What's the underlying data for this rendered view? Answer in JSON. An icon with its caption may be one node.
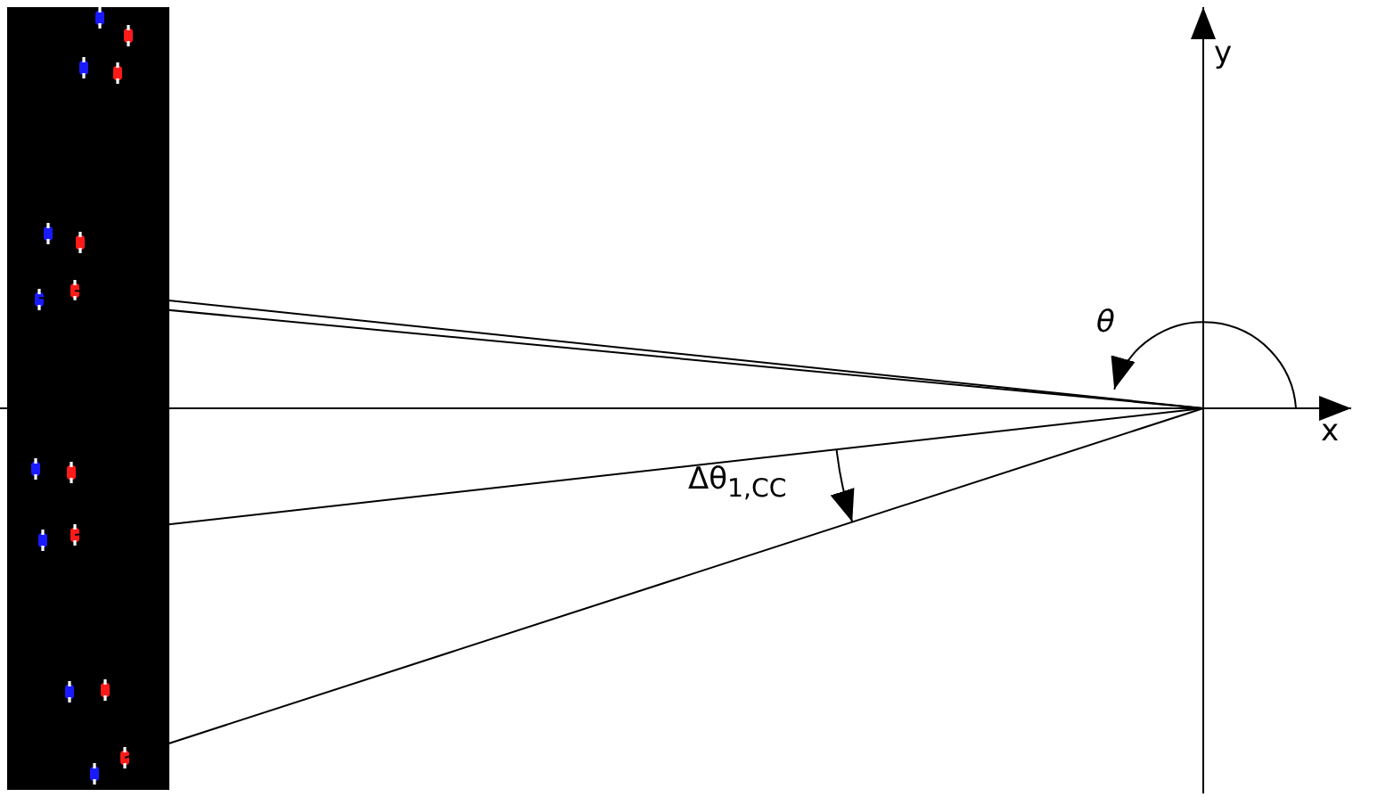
{
  "diagram": {
    "labels": [
      "y",
      "x",
      "θ",
      "Δθ$_{1,CC}$"
    ]
  }
}
